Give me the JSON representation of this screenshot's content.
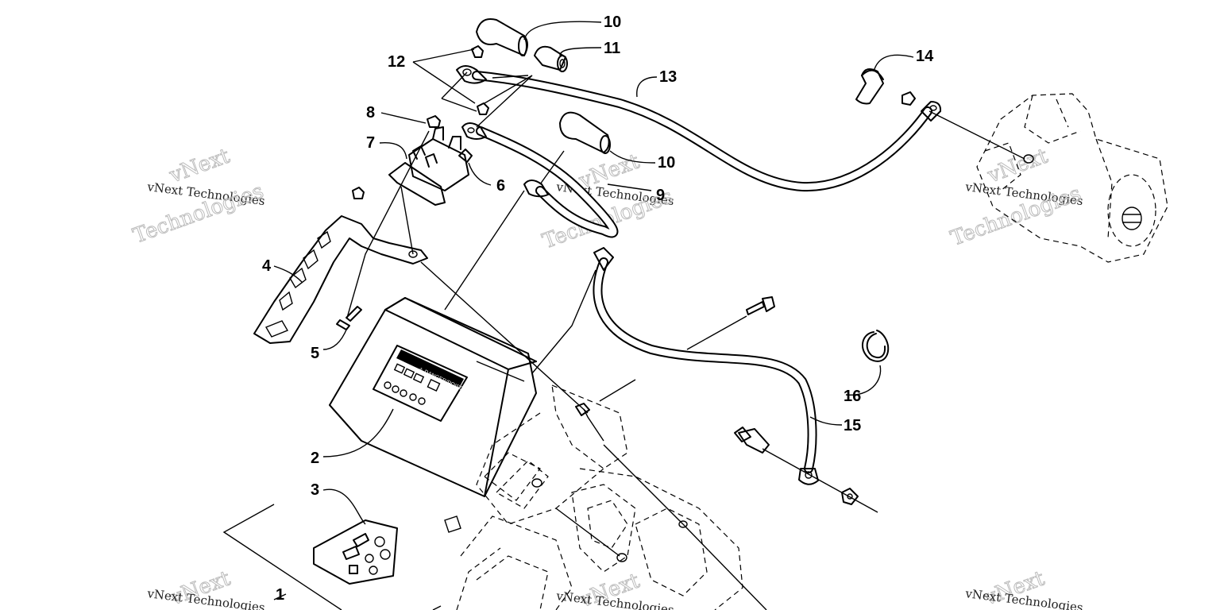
{
  "callouts": {
    "c1": "1",
    "c2": "2",
    "c3": "3",
    "c4": "4",
    "c5": "5",
    "c6": "6",
    "c7": "7",
    "c8": "8",
    "c9": "9",
    "c10a": "10",
    "c10b": "10",
    "c11": "11",
    "c12": "12",
    "c13": "13",
    "c14": "14",
    "c15": "15",
    "c16": "16"
  },
  "watermark": {
    "brand": "vNext",
    "company": "vNext Technologies",
    "word": "Technologies"
  },
  "label": {
    "warning": "⚠ DANGER/POISON"
  },
  "colors": {
    "line": "#000000",
    "watermark": "#bbbbbb",
    "background": "#ffffff"
  }
}
